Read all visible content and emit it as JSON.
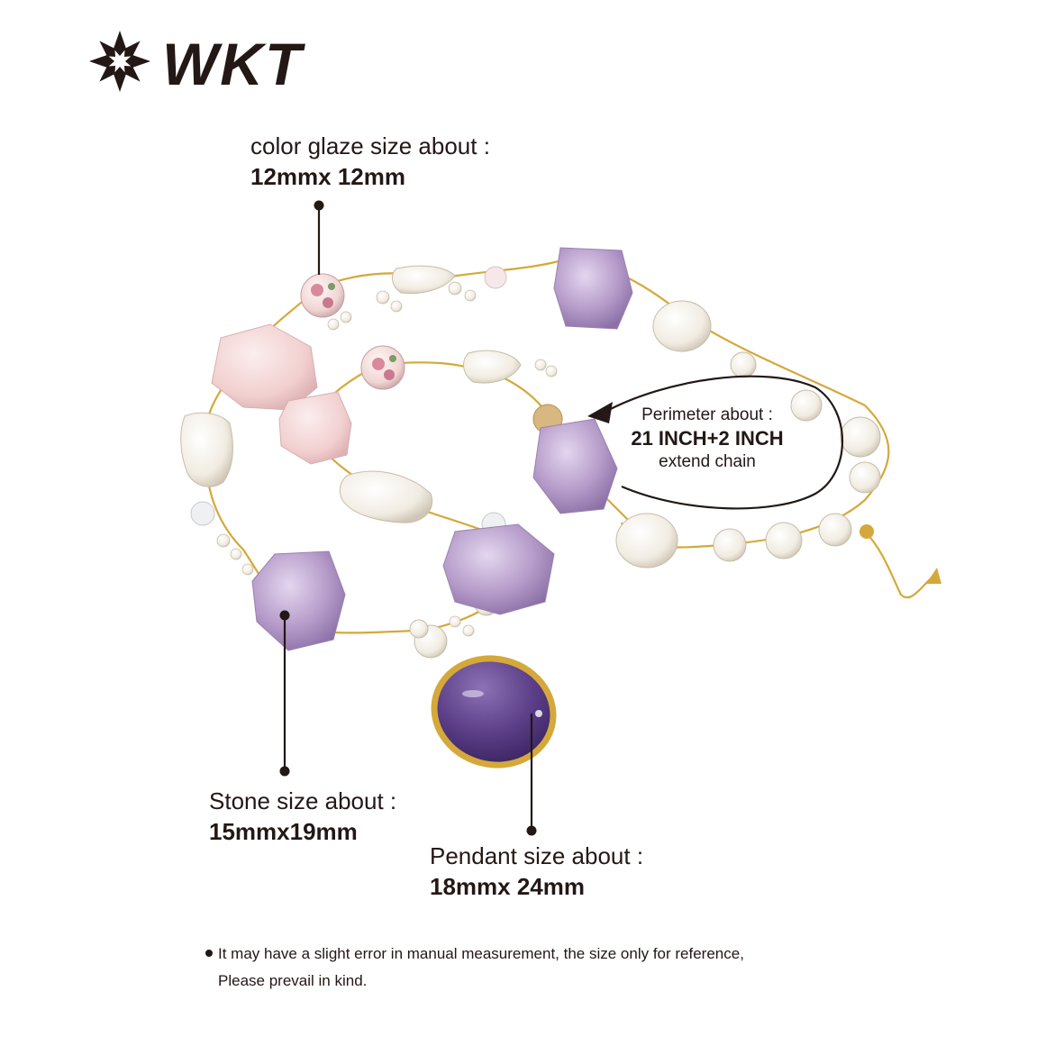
{
  "brand": {
    "name": "WKT"
  },
  "callouts": {
    "glaze": {
      "label": "color glaze size about :",
      "value": "12mmx 12mm"
    },
    "stone": {
      "label": "Stone size about :",
      "value": "15mmx19mm"
    },
    "pendant": {
      "label": "Pendant size about :",
      "value": "18mmx 24mm"
    },
    "perimeter": {
      "label": "Perimeter about :",
      "value": "21 INCH+2 INCH",
      "sub": "extend chain"
    }
  },
  "note": {
    "line1": "It may have a slight error in manual measurement, the size only for reference,",
    "line2": "Please prevail in kind."
  },
  "colors": {
    "text": "#231815",
    "gold": "#d4a93a",
    "amethyst": "#b59bc9",
    "pendant": "#5c3f88",
    "rose_quartz": "#f2cfcf",
    "pearl": "#f4efe6"
  }
}
